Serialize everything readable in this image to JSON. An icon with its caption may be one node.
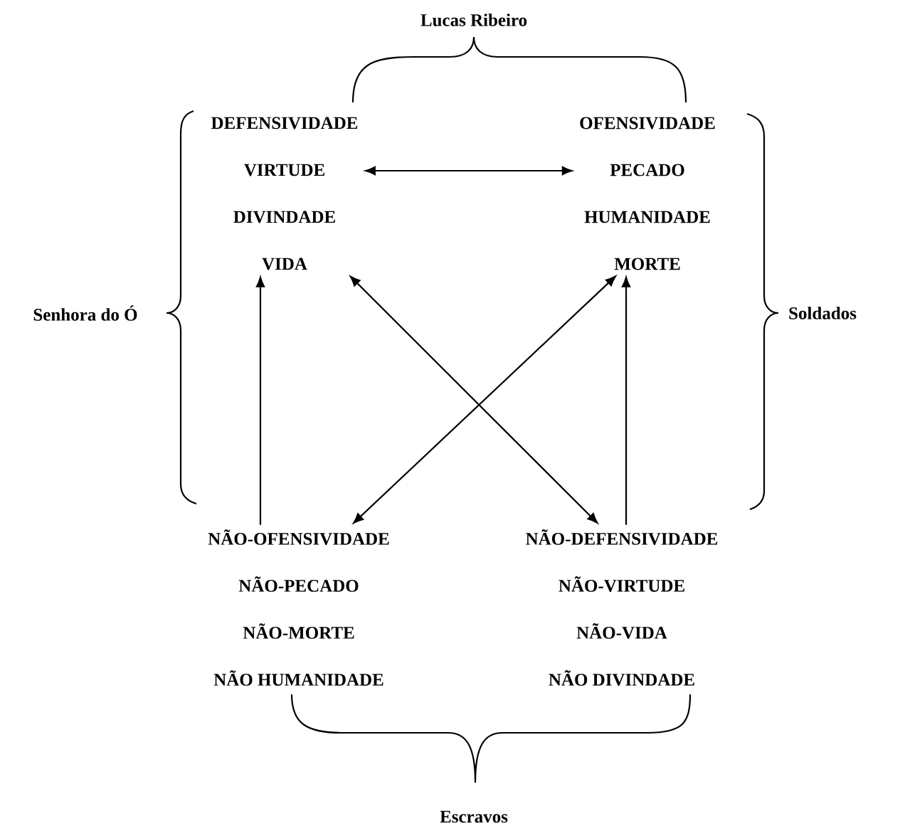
{
  "diagram": {
    "nodes": [
      {
        "text": [
          "DEFENSIVIDADE",
          "VIRTUDE",
          "DIVINDADE",
          "VIDA"
        ]
      },
      {
        "text": [
          "OFENSIVIDADE",
          "PECADO",
          "HUMANIDADE",
          "MORTE"
        ]
      },
      {
        "text": [
          "NÃO-OFENSIVIDADE",
          "NÃO-PECADO",
          "NÃO-MORTE",
          "NÃO HUMANIDADE"
        ]
      },
      {
        "text": [
          "NÃO-DEFENSIVIDADE",
          "NÃO-VIRTUDE",
          "NÃO-VIDA",
          "NÃO DIVINDADE"
        ]
      }
    ],
    "edges": [
      {
        "from": 0,
        "to": 1,
        "arrow": "both"
      },
      {
        "from": 2,
        "to": 0,
        "arrow": "to"
      },
      {
        "from": 3,
        "to": 1,
        "arrow": "to"
      },
      {
        "from": 0,
        "to": 3,
        "arrow": "both"
      },
      {
        "from": 1,
        "to": 2,
        "arrow": "both"
      }
    ],
    "labels": [
      "Lucas Ribeiro",
      "Senhora do Ó",
      "Soldados",
      "Escravos"
    ]
  }
}
